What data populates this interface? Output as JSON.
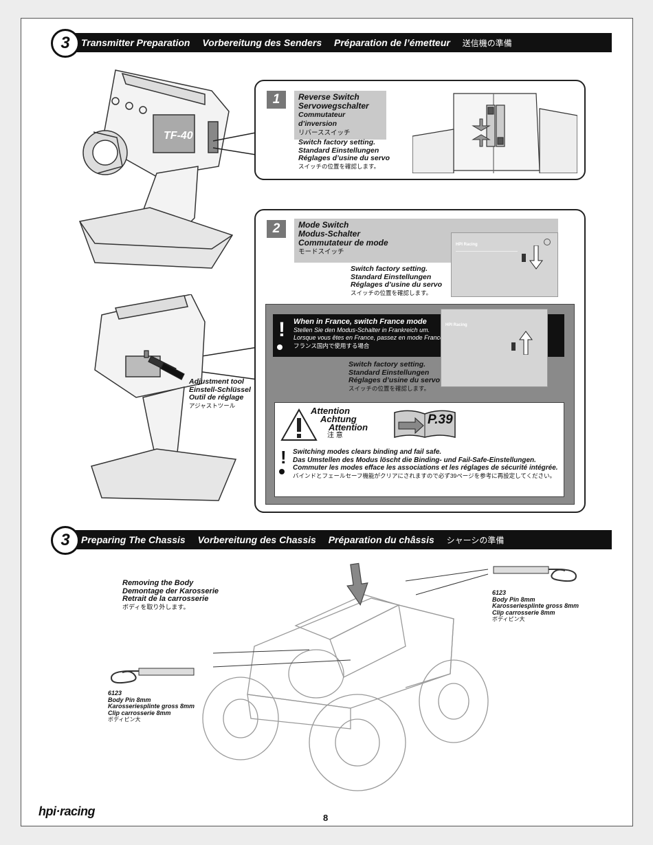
{
  "section1": {
    "number": "3",
    "title_en": "Transmitter Preparation",
    "title_de": "Vorbereitung des Senders",
    "title_fr": "Préparation de l’émetteur",
    "title_jp": "送信機の準備"
  },
  "step1": {
    "number": "1",
    "header": [
      "Reverse Switch",
      "Servowegschalter",
      "Commutateur d’inversion",
      "リバーススイッチ"
    ],
    "note": [
      "Switch factory setting.",
      "Standard Einstellungen",
      "Réglages d’usine du servo",
      "スイッチの位置を確認します。"
    ]
  },
  "step2": {
    "number": "2",
    "header": [
      "Mode Switch",
      "Modus-Schalter",
      "Commutateur de mode",
      "モードスイッチ"
    ],
    "note": [
      "Switch factory setting.",
      "Standard Einstellungen",
      "Réglages d’usine du servo",
      "スイッチの位置を確認します。"
    ],
    "label_brand": "HPI Racing"
  },
  "adjust_tool": [
    "Adjustment tool",
    "Einstell-Schlüssel",
    "Outil de réglage",
    "アジャストツール"
  ],
  "france": {
    "lines": [
      "When in France, switch France mode",
      "Stellen Sie den Modus-Schalter in Frankreich um.",
      "Lorsque vous êtes en France, passez en mode France",
      "フランス国内で使用する場合"
    ],
    "note": [
      "Switch factory setting.",
      "Standard Einstellungen",
      "Réglages d’usine du servo",
      "スイッチの位置を確認します。"
    ],
    "label_brand": "HPI Racing"
  },
  "attention": {
    "words": [
      "Attention",
      "Achtung",
      "Attention",
      "注 意"
    ],
    "page_ref": "P.39",
    "warning": [
      "Switching modes clears binding and fail safe.",
      "Das Umstellen des Modus löscht die Binding- und Fail-Safe-Einstellungen.",
      "Commuter les modes efface les associations et les réglages de sécurité intégrée.",
      "バインドとフェールセーフ機能がクリアにされますので必ず39ページを参考に再設定してください。"
    ]
  },
  "section2": {
    "number": "3",
    "title_en": "Preparing The Chassis",
    "title_de": "Vorbereitung des Chassis",
    "title_fr": "Préparation du châssis",
    "title_jp": "シャーシの準備"
  },
  "body_removal": [
    "Removing the Body",
    "Demontage der Karosserie",
    "Retrait de la carrosserie",
    "ボディを取り外します。"
  ],
  "part_right": [
    "6123",
    "Body Pin 8mm",
    "Karosseriesplinte gross 8mm",
    "Clip carrosserie 8mm",
    "ボディピン大"
  ],
  "part_left": [
    "6123",
    "Body Pin 8mm",
    "Karosseriesplinte gross 8mm",
    "Clip carrosserie 8mm",
    "ボディピン大"
  ],
  "footer": {
    "logo": "hpi·racing",
    "page": "8"
  }
}
